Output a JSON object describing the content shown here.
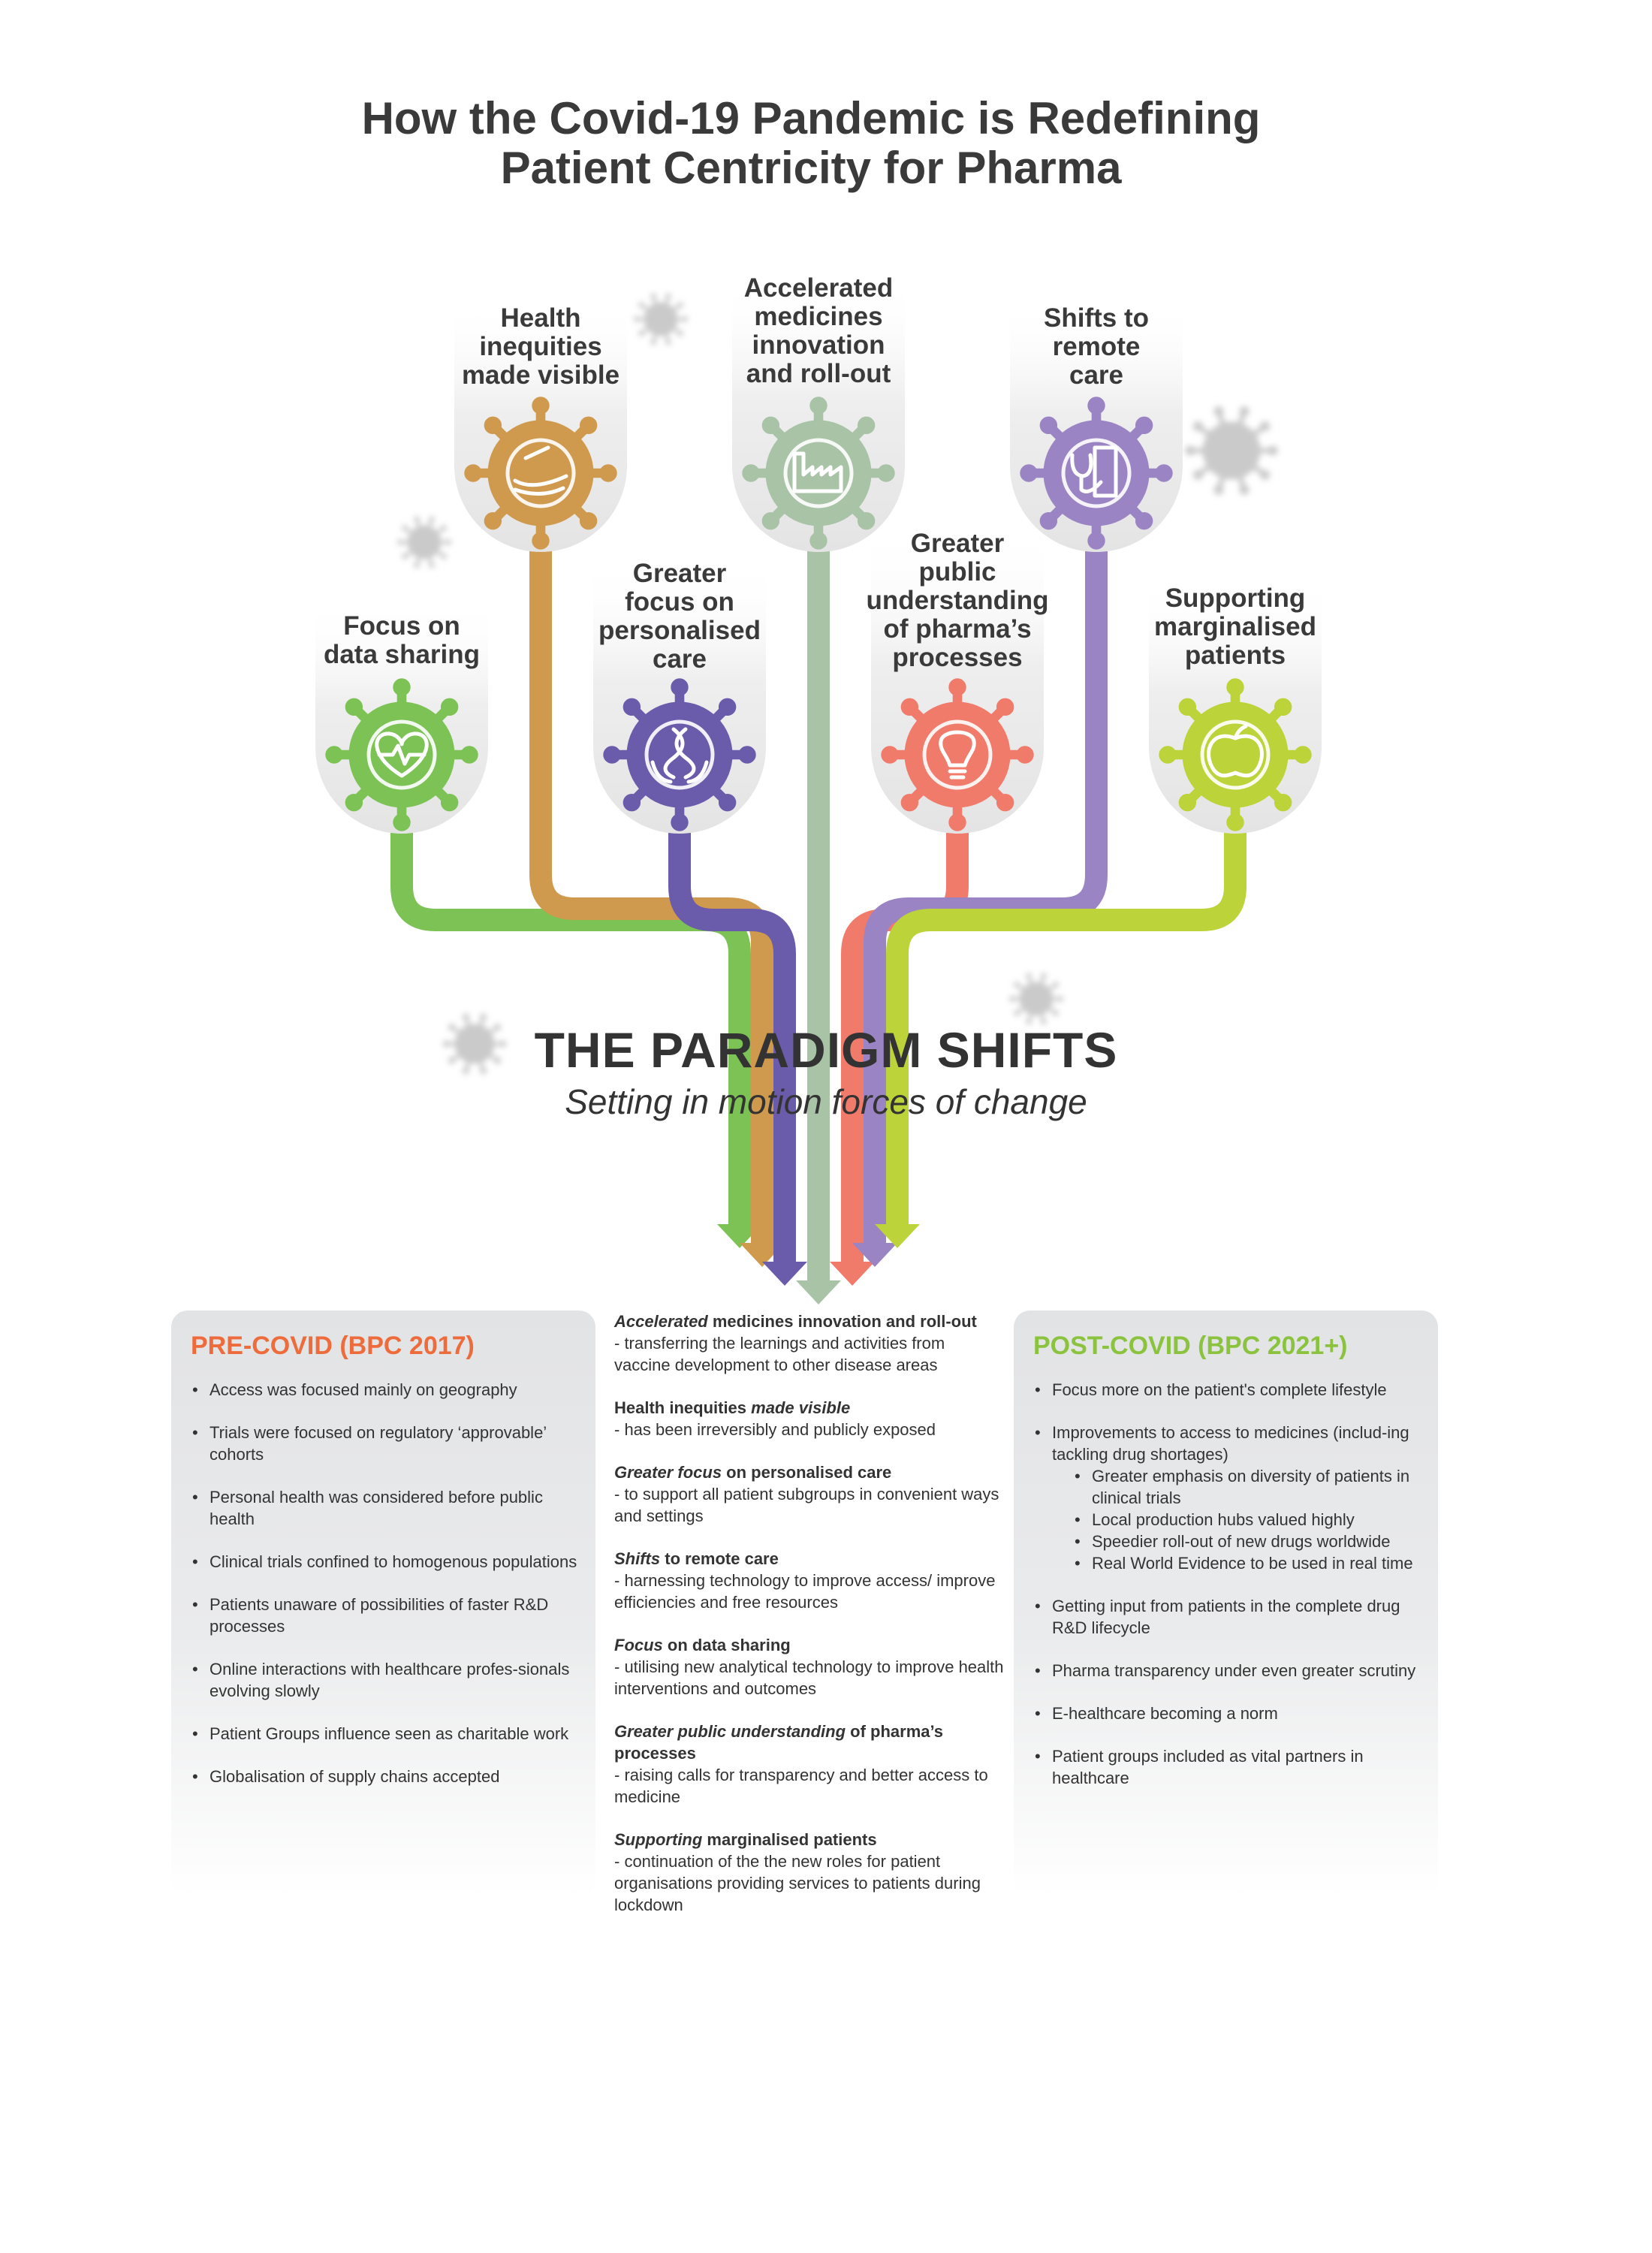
{
  "title": {
    "line1": "How the Covid-19 Pandemic is Redefining",
    "line2": "Patient Centricity for Pharma"
  },
  "shifts": [
    {
      "id": "data-sharing",
      "label_lines": [
        "Focus on",
        "data sharing"
      ],
      "color": "#7cc254",
      "icon": "heart-data-icon"
    },
    {
      "id": "health-inequities",
      "label_lines": [
        "Health",
        "inequities",
        "made visible"
      ],
      "color": "#cf9a4e",
      "icon": "pill-hands-icon"
    },
    {
      "id": "personalised-care",
      "label_lines": [
        "Greater",
        "focus on",
        "personalised",
        "care"
      ],
      "color": "#6b5bab",
      "icon": "dna-hands-icon"
    },
    {
      "id": "accelerated-medicines",
      "label_lines": [
        "Accelerated",
        "medicines",
        "innovation",
        "and roll-out"
      ],
      "color": "#a9c3a7",
      "icon": "factory-icon"
    },
    {
      "id": "public-understanding",
      "label_lines": [
        "Greater",
        "public",
        "understanding",
        "of pharma’s",
        "processes"
      ],
      "color": "#f07b6b",
      "icon": "lightbulb-icon"
    },
    {
      "id": "remote-care",
      "label_lines": [
        "Shifts to",
        "remote",
        "care"
      ],
      "color": "#9a84c3",
      "icon": "phone-stethoscope-icon"
    },
    {
      "id": "marginalised-patients",
      "label_lines": [
        "Supporting",
        "marginalised",
        "patients"
      ],
      "color": "#bcd339",
      "icon": "apple-globe-icon"
    }
  ],
  "paradigm": {
    "title": "THE PARADIGM SHIFTS",
    "subtitle": "Setting in motion forces of change"
  },
  "pre_covid": {
    "title": "PRE-COVID (BPC 2017)",
    "items": [
      "Access was focused mainly on geography",
      "Trials were focused on regulatory ‘approvable’ cohorts",
      "Personal health was considered before public health",
      "Clinical trials confined to homogenous populations",
      "Patients unaware of possibilities of faster R&D processes",
      "Online interactions with healthcare profes-sionals evolving slowly",
      "Patient Groups influence seen as charitable work",
      "Globalisation of supply chains accepted"
    ]
  },
  "middle": [
    {
      "head_em": "Accelerated",
      "head_rest": " medicines innovation and roll-out",
      "desc": "- transferring the learnings and activities from vaccine development to other disease areas"
    },
    {
      "head_pre": "Health inequities ",
      "head_em": "made visible",
      "desc": "- has been irreversibly and publicly exposed"
    },
    {
      "head_em": "Greater focus",
      "head_rest": " on personalised care",
      "desc": "- to support all patient subgroups in convenient ways and settings"
    },
    {
      "head_em": "Shifts",
      "head_rest": " to remote care",
      "desc": "- harnessing technology to improve access/ improve efficiencies and free resources"
    },
    {
      "head_em": "Focus",
      "head_rest": " on data sharing",
      "desc": "- utilising new analytical technology to improve health interventions and outcomes"
    },
    {
      "head_em": "Greater public understanding",
      "head_rest": " of pharma’s processes",
      "desc": "- raising calls for transparency and better access to medicine"
    },
    {
      "head_em": "Supporting",
      "head_rest": " marginalised patients",
      "desc": "- continuation of the the new roles for patient organisations providing services to patients during lockdown"
    }
  ],
  "post_covid": {
    "title": "POST-COVID (BPC 2021+)",
    "items": [
      {
        "text": "Focus more on the patient's complete lifestyle"
      },
      {
        "text": "Improvements to access to medicines (includ-ing tackling drug shortages)",
        "sub": [
          "Greater emphasis on diversity of patients in clinical trials",
          "Local production hubs valued highly",
          "Speedier roll-out of new drugs worldwide",
          "Real World Evidence to be used in real time"
        ]
      },
      {
        "text": "Getting input from patients in the complete drug R&D lifecycle"
      },
      {
        "text": "Pharma transparency under even greater scrutiny"
      },
      {
        "text": "E-healthcare becoming a norm"
      },
      {
        "text": "Patient groups included as vital partners in healthcare"
      }
    ]
  }
}
